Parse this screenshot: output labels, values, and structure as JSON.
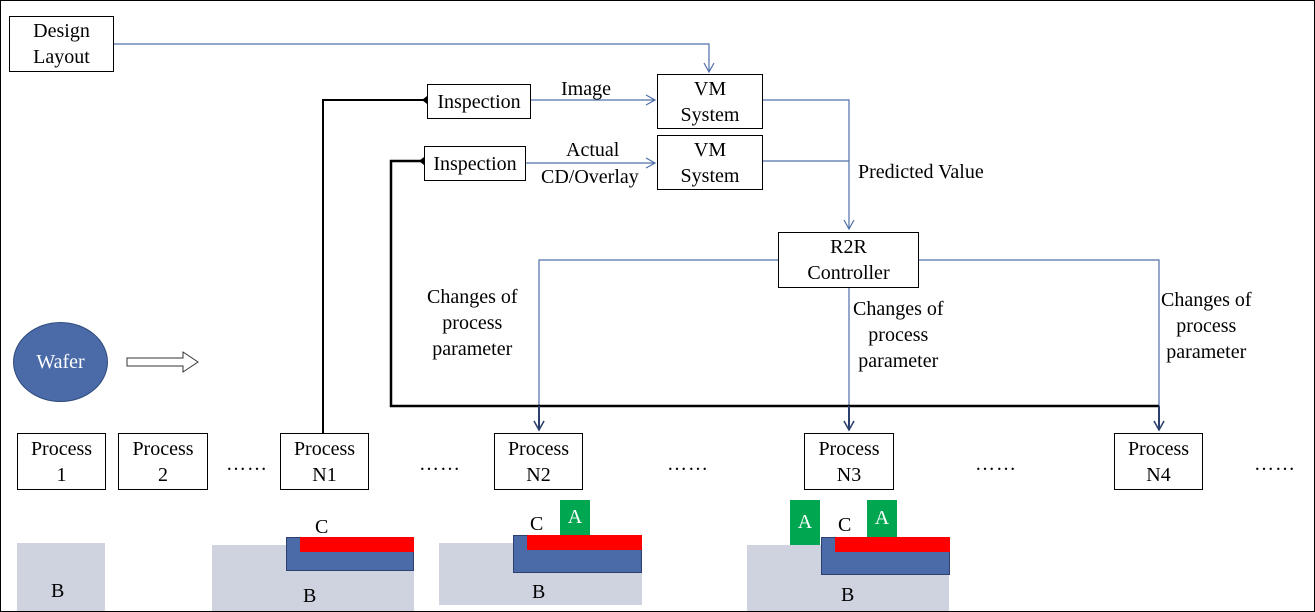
{
  "design_layout": [
    "Design",
    "Layout"
  ],
  "inspection_labels": [
    "Inspection",
    "Inspection"
  ],
  "vm_systems": [
    {
      "line1": "VM",
      "line2": "System"
    },
    {
      "line1": "VM",
      "line2": "System"
    }
  ],
  "edge_labels": {
    "image": "Image",
    "actual_1": "Actual",
    "actual_2": "CD/Overlay",
    "predicted": "Predicted Value"
  },
  "r2r": [
    "R2R",
    "Controller"
  ],
  "changes_labels": [
    [
      "Changes of",
      "process",
      "parameter"
    ],
    [
      "Changes of",
      "process",
      "parameter"
    ],
    [
      "Changes of",
      "process",
      "parameter"
    ]
  ],
  "wafer": "Wafer",
  "processes": [
    {
      "line1": "Process",
      "line2": "1"
    },
    {
      "line1": "Process",
      "line2": "2"
    },
    {
      "line1": "Process",
      "line2": "N1"
    },
    {
      "line1": "Process",
      "line2": "N2"
    },
    {
      "line1": "Process",
      "line2": "N3"
    },
    {
      "line1": "Process",
      "line2": "N4"
    }
  ],
  "ellipsis": "……",
  "layer_labels": {
    "b": "B",
    "c": "C",
    "a": "A"
  },
  "colors": {
    "arrow_blue": "#4f6fa8",
    "wafer_blue": "#4a6aa8",
    "layer_red": "#ff0000",
    "layer_green": "#00a650",
    "substrate_gray": "#cfd3e0"
  }
}
